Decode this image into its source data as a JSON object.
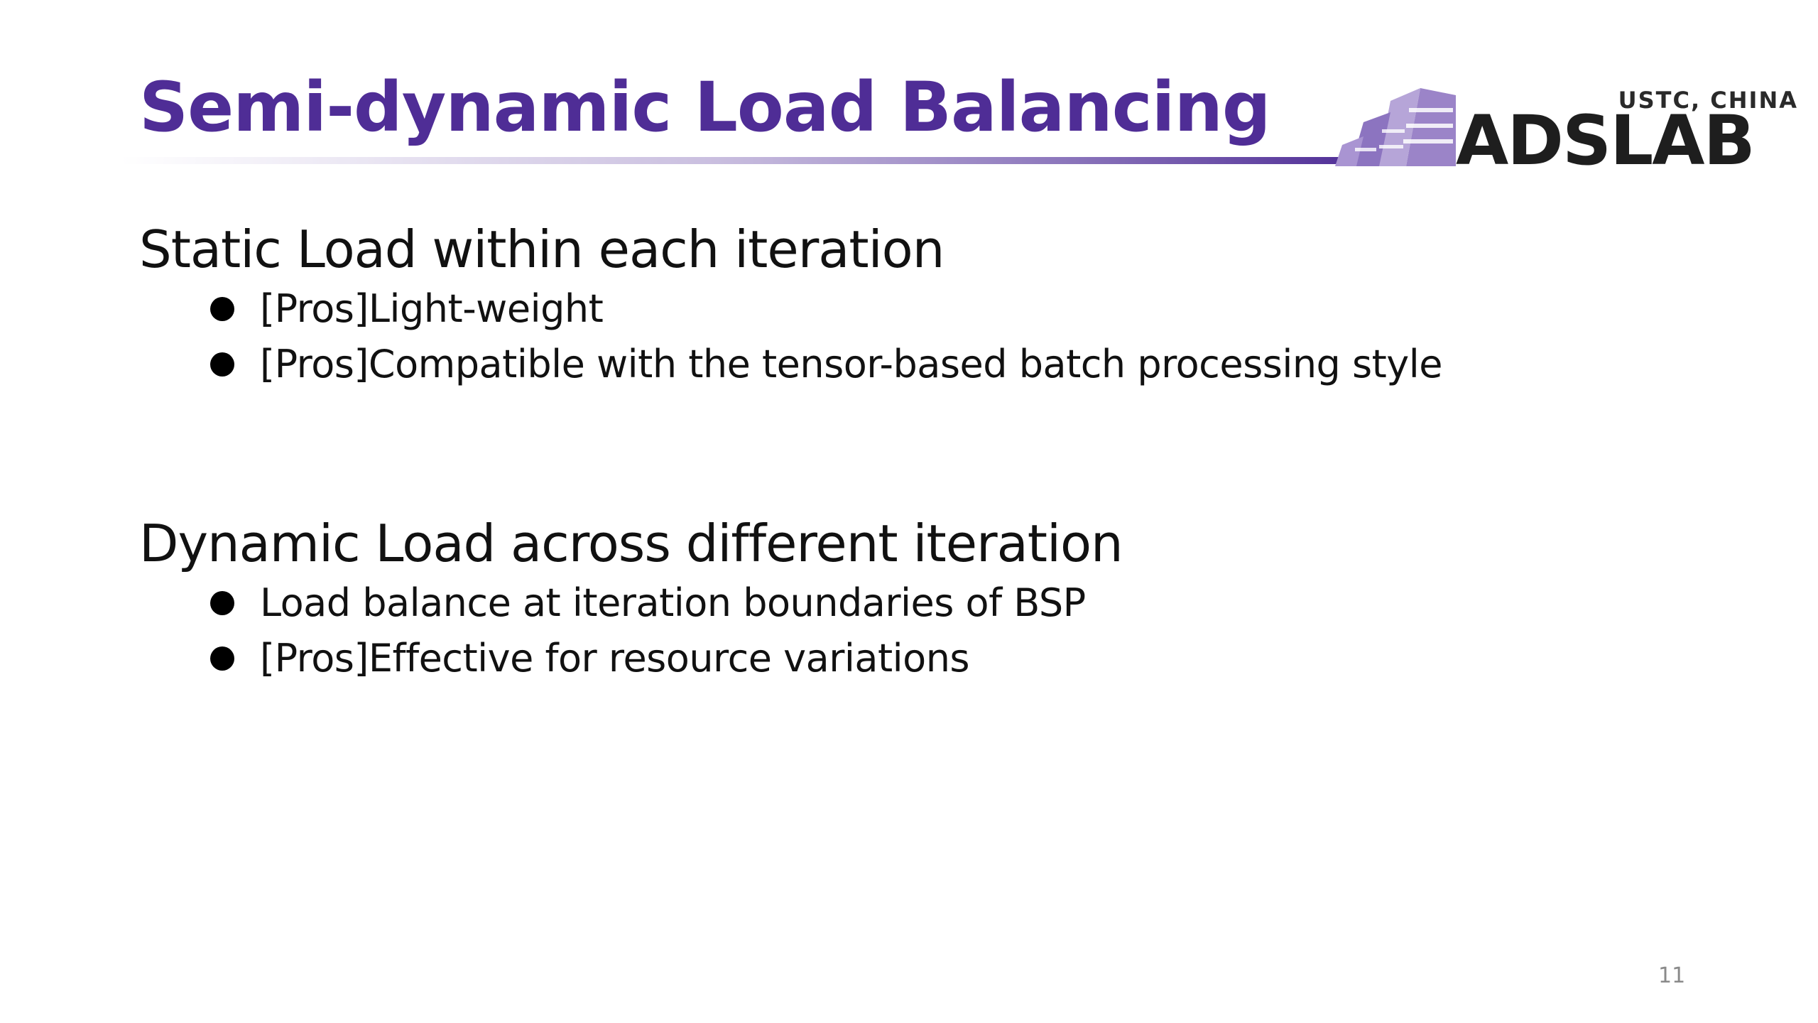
{
  "slide": {
    "title": "Semi-dynamic Load Balancing",
    "title_color": "#4f2d96",
    "logo": {
      "tagline": "USTC, CHINA",
      "wordmark": "ADSLAB",
      "icon": "building-stack-icon",
      "icon_color": "#9b84c8"
    },
    "sections": [
      {
        "heading": "Static Load within each iteration",
        "bullets": [
          "[Pros]Light-weight",
          "[Pros]Compatible with the tensor-based batch processing style"
        ]
      },
      {
        "heading": "Dynamic Load across different iteration",
        "bullets": [
          "Load balance at iteration boundaries of BSP",
          "[Pros]Effective for resource variations"
        ]
      }
    ],
    "page_number": "11"
  }
}
